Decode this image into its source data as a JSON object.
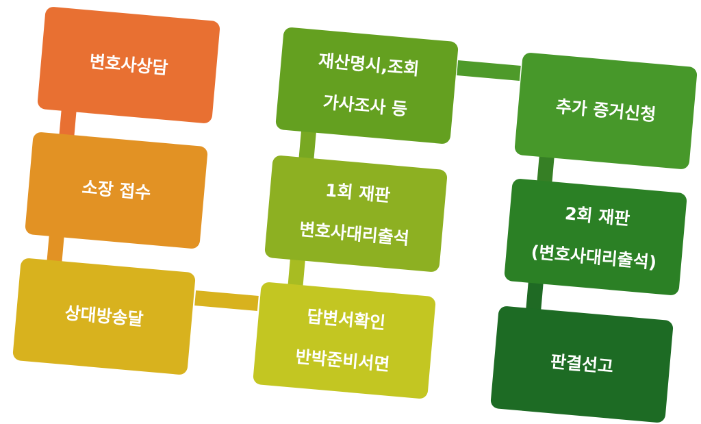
{
  "steps": [
    {
      "lines": [
        "변호사상담"
      ],
      "color": "#E87032"
    },
    {
      "lines": [
        "소장 접수"
      ],
      "color": "#E29224"
    },
    {
      "lines": [
        "상대방송달"
      ],
      "color": "#D8B21E"
    },
    {
      "lines": [
        "답변서확인",
        "반박준비서면"
      ],
      "color": "#C3C622"
    },
    {
      "lines": [
        "1회 재판",
        "변호사대리출석"
      ],
      "color": "#8DB022"
    },
    {
      "lines": [
        "재산명시,조회",
        "가사조사 등"
      ],
      "color": "#64A020"
    },
    {
      "lines": [
        "추가 증거신청"
      ],
      "color": "#47982A"
    },
    {
      "lines": [
        "2회 재판",
        "(변호사대리출석)"
      ],
      "color": "#2B8025"
    },
    {
      "lines": [
        "판결선고"
      ],
      "color": "#1D6B24"
    }
  ]
}
